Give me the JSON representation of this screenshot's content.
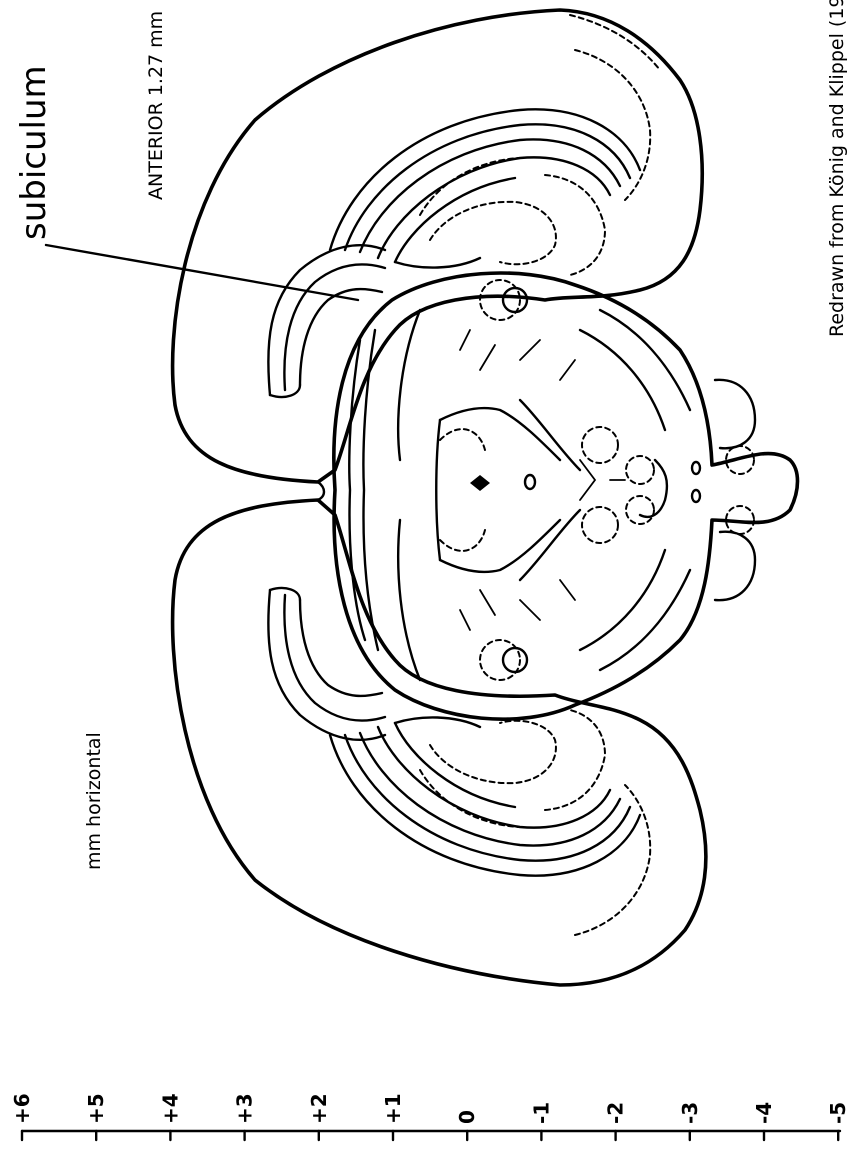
{
  "figure": {
    "label_structure": "subiculum",
    "label_plane": "ANTERIOR  1.27 mm",
    "label_source": "Redrawn from König and Klippel (19",
    "label_axis": "mm horizontal",
    "scale_ticks": [
      "+6",
      "+5",
      "+4",
      "+3",
      "+2",
      "+1",
      "0",
      "-1",
      "-2",
      "-3",
      "-4",
      "-5"
    ]
  }
}
